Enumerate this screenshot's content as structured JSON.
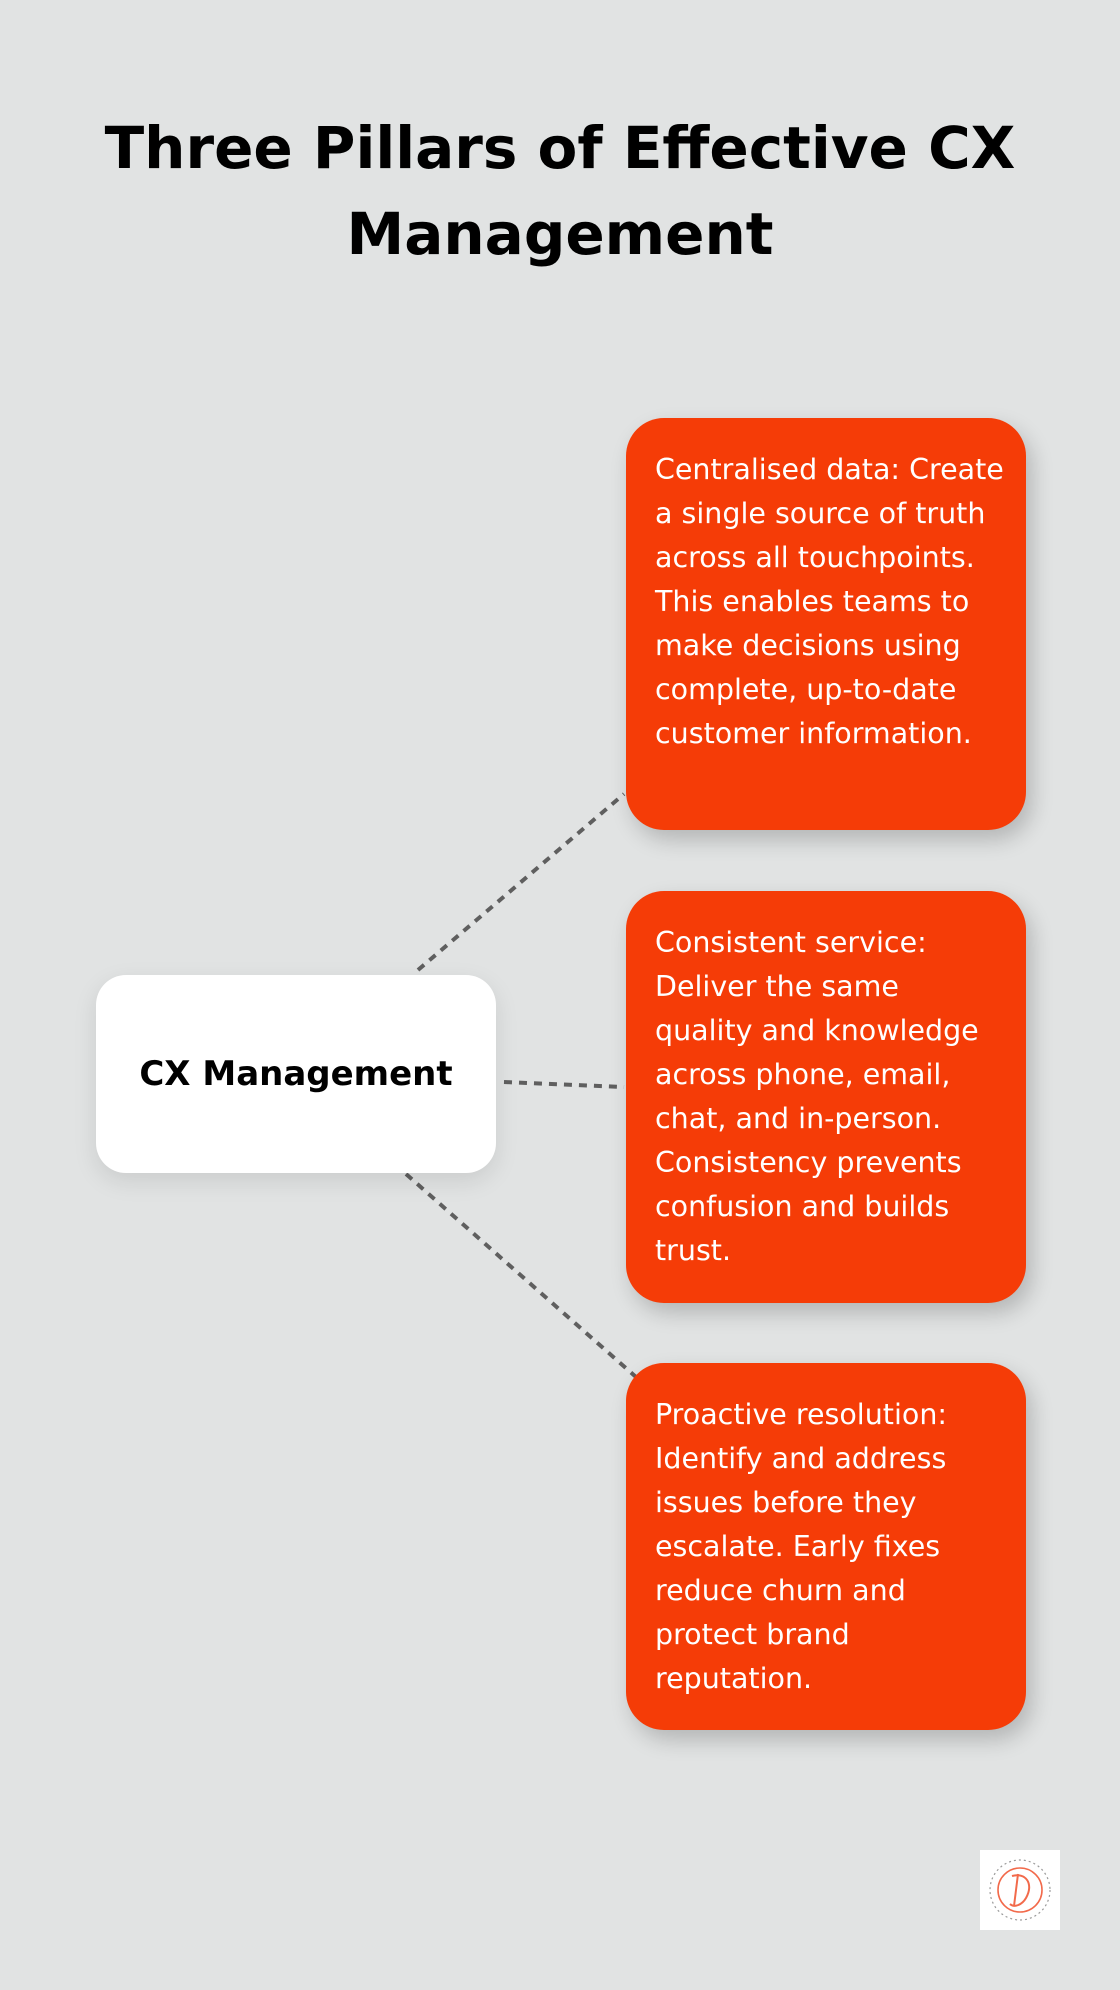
{
  "title": "Three Pillars of Effective CX Management",
  "center": {
    "label": "CX Management"
  },
  "pillars": [
    {
      "text": "Centralised data: Create a single source of truth across all touchpoints. This enables teams to make decisions using complete, up-to-date customer information."
    },
    {
      "text": "Consistent service: Deliver the same quality and knowledge across phone, email, chat, and in-person. Consistency prevents confusion and builds trust."
    },
    {
      "text": "Proactive resolution: Identify and address issues before they escalate. Early fixes reduce churn and protect brand reputation."
    }
  ],
  "colors": {
    "background": "#e1e3e3",
    "pillar": "#f53c07",
    "center_node": "#ffffff",
    "connector": "#5f5f5f",
    "text_dark": "#000000",
    "text_light": "#ffffff"
  },
  "logo": {
    "icon": "brand-logo-icon"
  }
}
